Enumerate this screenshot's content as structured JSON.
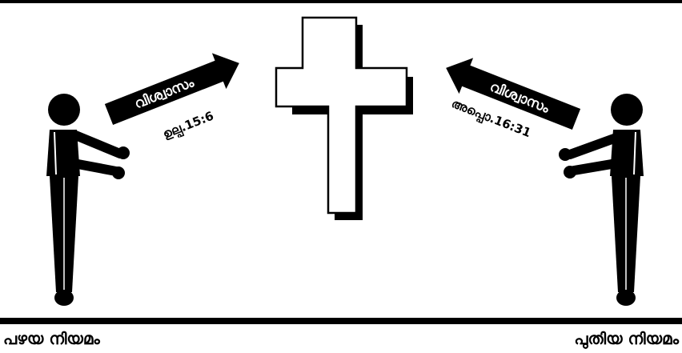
{
  "left_arrow": {
    "word": "വിശ്വാസം",
    "reference": "ഉല്പ.15:6"
  },
  "right_arrow": {
    "word": "വിശ്വാസം",
    "reference": "അപ്പൊ.16:31"
  },
  "captions": {
    "left": "പഴയ നിയമം",
    "right": "പുതിയ നിയമം"
  },
  "colors": {
    "ink": "#000000",
    "paper": "#ffffff"
  }
}
